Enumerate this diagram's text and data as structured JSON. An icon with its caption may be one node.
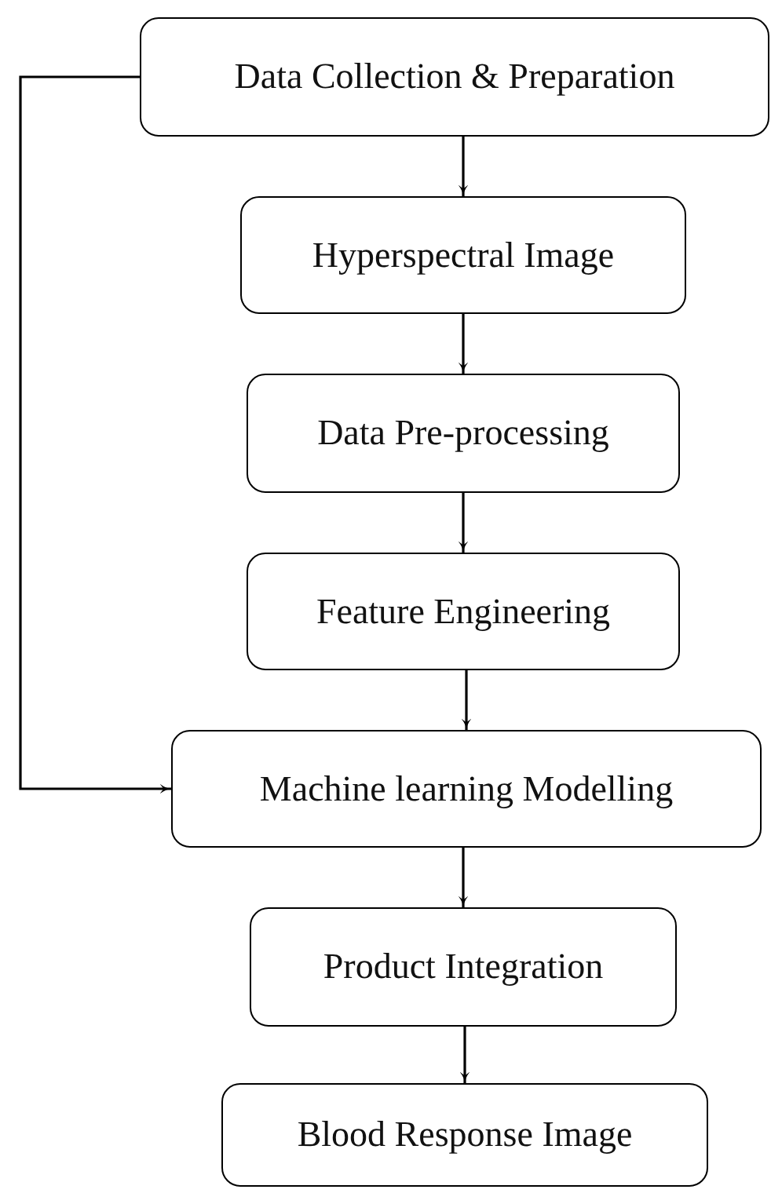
{
  "diagram": {
    "nodes": [
      {
        "text": [
          "Data Collection & Preparation"
        ]
      },
      {
        "text": [
          "Hyperspectral Image"
        ]
      },
      {
        "text": [
          "Data Pre-processing"
        ]
      },
      {
        "text": [
          "Feature Engineering"
        ]
      },
      {
        "text": [
          "Machine learning Modelling"
        ]
      },
      {
        "text": [
          "Product Integration"
        ]
      },
      {
        "text": [
          "Blood Response Image"
        ]
      }
    ],
    "edges": [
      {
        "from": 0,
        "to": 1,
        "arrow": "to"
      },
      {
        "from": 1,
        "to": 2,
        "arrow": "to"
      },
      {
        "from": 2,
        "to": 3,
        "arrow": "to"
      },
      {
        "from": 3,
        "to": 4,
        "arrow": "to"
      },
      {
        "from": 4,
        "to": 5,
        "arrow": "to"
      },
      {
        "from": 5,
        "to": 6,
        "arrow": "to"
      },
      {
        "from": 0,
        "to": 4,
        "arrow": "to"
      }
    ]
  }
}
